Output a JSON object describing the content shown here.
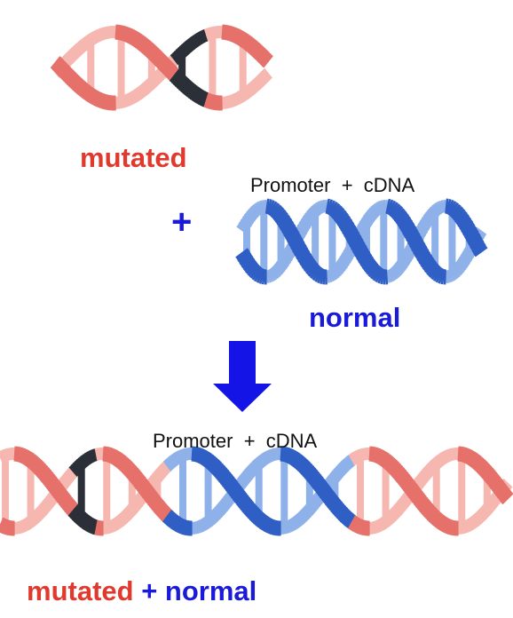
{
  "labels": {
    "mutated": "mutated",
    "plus_top": "+",
    "promoter_top": "Promoter  +  cDNA",
    "normal": "normal",
    "promoter_bottom": "Promoter  +  cDNA",
    "bottom_mutated": "mutated",
    "bottom_plus": " + ",
    "bottom_normal": "normal"
  },
  "colors": {
    "mutated_strand": "#e6716b",
    "mutated_light": "#f6b7b0",
    "mutation_segment": "#3b3f4a",
    "normal_strand": "#2f5fc4",
    "normal_light": "#8fb1ea",
    "arrow": "#1414e6",
    "label_red": "#e03a2f",
    "label_blue": "#1a1ad8"
  }
}
